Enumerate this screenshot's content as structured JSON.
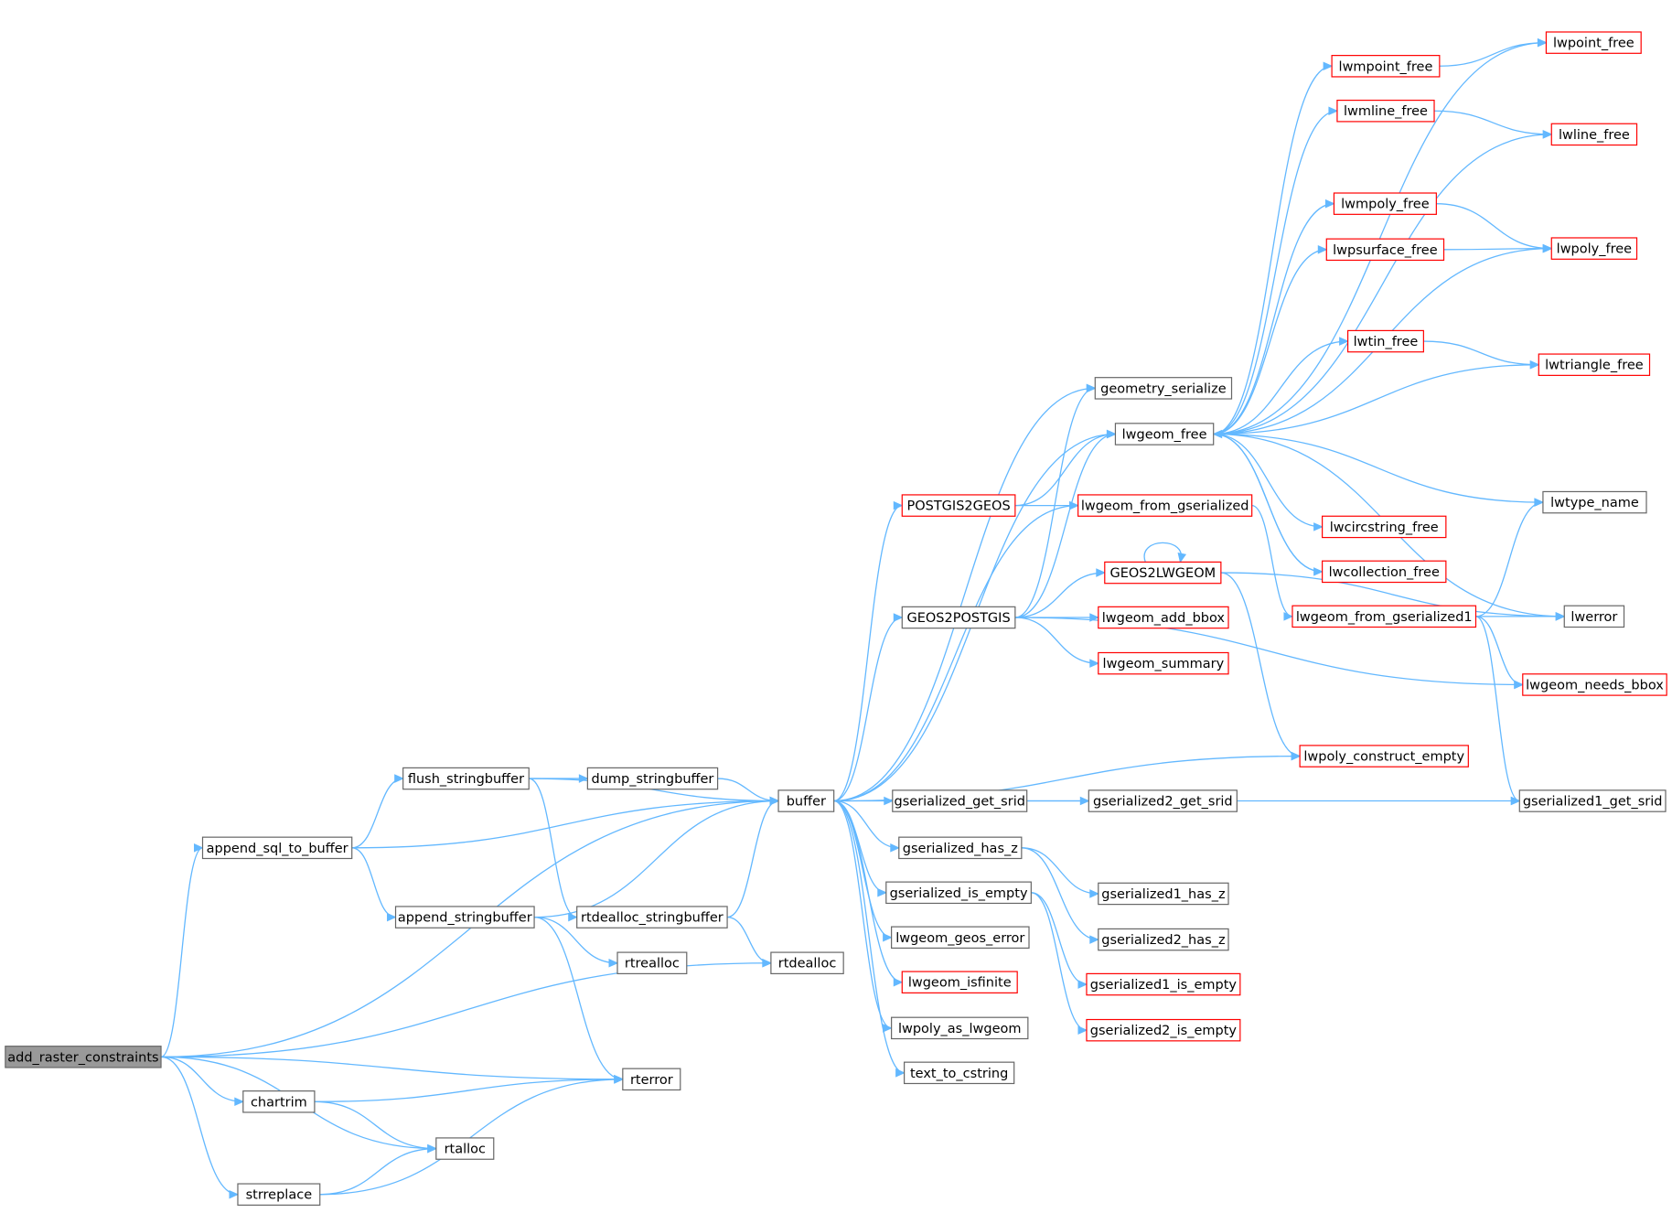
{
  "colors": {
    "edge": "#63b8ff",
    "node_border": "#666666",
    "node_border_undocumented": "#ff0000",
    "root_fill": "#999999"
  },
  "nodes": [
    {
      "id": "add_raster_constraints",
      "label": "add_raster_constraints",
      "kind": "root"
    },
    {
      "id": "append_sql_to_buffer",
      "label": "append_sql_to_buffer",
      "kind": "normal"
    },
    {
      "id": "flush_stringbuffer",
      "label": "flush_stringbuffer",
      "kind": "normal"
    },
    {
      "id": "append_stringbuffer",
      "label": "append_stringbuffer",
      "kind": "normal"
    },
    {
      "id": "dump_stringbuffer",
      "label": "dump_stringbuffer",
      "kind": "normal"
    },
    {
      "id": "rtdealloc_stringbuffer",
      "label": "rtdealloc_stringbuffer",
      "kind": "normal"
    },
    {
      "id": "rtrealloc",
      "label": "rtrealloc",
      "kind": "normal"
    },
    {
      "id": "rtdealloc",
      "label": "rtdealloc",
      "kind": "normal"
    },
    {
      "id": "rterror",
      "label": "rterror",
      "kind": "normal"
    },
    {
      "id": "chartrim",
      "label": "chartrim",
      "kind": "normal"
    },
    {
      "id": "rtalloc",
      "label": "rtalloc",
      "kind": "normal"
    },
    {
      "id": "strreplace",
      "label": "strreplace",
      "kind": "normal"
    },
    {
      "id": "buffer",
      "label": "buffer",
      "kind": "normal"
    },
    {
      "id": "geometry_serialize",
      "label": "geometry_serialize",
      "kind": "normal"
    },
    {
      "id": "lwgeom_free",
      "label": "lwgeom_free",
      "kind": "normal"
    },
    {
      "id": "POSTGIS2GEOS",
      "label": "POSTGIS2GEOS",
      "kind": "red"
    },
    {
      "id": "lwgeom_from_gserialized",
      "label": "lwgeom_from_gserialized",
      "kind": "red"
    },
    {
      "id": "GEOS2LWGEOM",
      "label": "GEOS2LWGEOM",
      "kind": "red"
    },
    {
      "id": "GEOS2POSTGIS",
      "label": "GEOS2POSTGIS",
      "kind": "normal"
    },
    {
      "id": "lwgeom_add_bbox",
      "label": "lwgeom_add_bbox",
      "kind": "red"
    },
    {
      "id": "lwgeom_summary",
      "label": "lwgeom_summary",
      "kind": "red"
    },
    {
      "id": "lwpoly_construct_empty",
      "label": "lwpoly_construct_empty",
      "kind": "red"
    },
    {
      "id": "gserialized_get_srid",
      "label": "gserialized_get_srid",
      "kind": "normal"
    },
    {
      "id": "gserialized2_get_srid",
      "label": "gserialized2_get_srid",
      "kind": "normal"
    },
    {
      "id": "gserialized_has_z",
      "label": "gserialized_has_z",
      "kind": "normal"
    },
    {
      "id": "gserialized1_has_z",
      "label": "gserialized1_has_z",
      "kind": "normal"
    },
    {
      "id": "gserialized2_has_z",
      "label": "gserialized2_has_z",
      "kind": "normal"
    },
    {
      "id": "gserialized_is_empty",
      "label": "gserialized_is_empty",
      "kind": "normal"
    },
    {
      "id": "gserialized1_is_empty",
      "label": "gserialized1_is_empty",
      "kind": "red"
    },
    {
      "id": "gserialized2_is_empty",
      "label": "gserialized2_is_empty",
      "kind": "red"
    },
    {
      "id": "lwgeom_geos_error",
      "label": "lwgeom_geos_error",
      "kind": "normal"
    },
    {
      "id": "lwgeom_isfinite",
      "label": "lwgeom_isfinite",
      "kind": "red"
    },
    {
      "id": "lwpoly_as_lwgeom",
      "label": "lwpoly_as_lwgeom",
      "kind": "normal"
    },
    {
      "id": "text_to_cstring",
      "label": "text_to_cstring",
      "kind": "normal"
    },
    {
      "id": "lwmpoint_free",
      "label": "lwmpoint_free",
      "kind": "red"
    },
    {
      "id": "lwpoint_free",
      "label": "lwpoint_free",
      "kind": "red"
    },
    {
      "id": "lwmline_free",
      "label": "lwmline_free",
      "kind": "red"
    },
    {
      "id": "lwline_free",
      "label": "lwline_free",
      "kind": "red"
    },
    {
      "id": "lwmpoly_free",
      "label": "lwmpoly_free",
      "kind": "red"
    },
    {
      "id": "lwpsurface_free",
      "label": "lwpsurface_free",
      "kind": "red"
    },
    {
      "id": "lwpoly_free",
      "label": "lwpoly_free",
      "kind": "red"
    },
    {
      "id": "lwtin_free",
      "label": "lwtin_free",
      "kind": "red"
    },
    {
      "id": "lwtriangle_free",
      "label": "lwtriangle_free",
      "kind": "red"
    },
    {
      "id": "lwtype_name",
      "label": "lwtype_name",
      "kind": "normal"
    },
    {
      "id": "lwcircstring_free",
      "label": "lwcircstring_free",
      "kind": "red"
    },
    {
      "id": "lwcollection_free",
      "label": "lwcollection_free",
      "kind": "red"
    },
    {
      "id": "lwgeom_from_gserialized1",
      "label": "lwgeom_from_gserialized1",
      "kind": "red"
    },
    {
      "id": "lwerror",
      "label": "lwerror",
      "kind": "normal"
    },
    {
      "id": "lwgeom_needs_bbox",
      "label": "lwgeom_needs_bbox",
      "kind": "red"
    },
    {
      "id": "gserialized1_get_srid",
      "label": "gserialized1_get_srid",
      "kind": "normal"
    }
  ],
  "edges": [
    [
      "add_raster_constraints",
      "buffer"
    ],
    [
      "add_raster_constraints",
      "append_sql_to_buffer"
    ],
    [
      "add_raster_constraints",
      "rtdealloc"
    ],
    [
      "add_raster_constraints",
      "rterror"
    ],
    [
      "add_raster_constraints",
      "chartrim"
    ],
    [
      "add_raster_constraints",
      "rtalloc"
    ],
    [
      "add_raster_constraints",
      "strreplace"
    ],
    [
      "append_sql_to_buffer",
      "flush_stringbuffer"
    ],
    [
      "append_sql_to_buffer",
      "buffer"
    ],
    [
      "append_sql_to_buffer",
      "append_stringbuffer"
    ],
    [
      "flush_stringbuffer",
      "buffer"
    ],
    [
      "flush_stringbuffer",
      "dump_stringbuffer"
    ],
    [
      "flush_stringbuffer",
      "rtdealloc_stringbuffer"
    ],
    [
      "dump_stringbuffer",
      "buffer"
    ],
    [
      "append_stringbuffer",
      "buffer"
    ],
    [
      "append_stringbuffer",
      "rtrealloc"
    ],
    [
      "append_stringbuffer",
      "rterror"
    ],
    [
      "rtdealloc_stringbuffer",
      "buffer"
    ],
    [
      "rtdealloc_stringbuffer",
      "rtdealloc"
    ],
    [
      "chartrim",
      "rterror"
    ],
    [
      "chartrim",
      "rtalloc"
    ],
    [
      "strreplace",
      "rtalloc"
    ],
    [
      "strreplace",
      "rterror"
    ],
    [
      "buffer",
      "geometry_serialize"
    ],
    [
      "buffer",
      "lwgeom_free"
    ],
    [
      "buffer",
      "POSTGIS2GEOS"
    ],
    [
      "buffer",
      "lwgeom_from_gserialized"
    ],
    [
      "buffer",
      "GEOS2POSTGIS"
    ],
    [
      "buffer",
      "lwpoly_construct_empty"
    ],
    [
      "buffer",
      "gserialized_get_srid"
    ],
    [
      "buffer",
      "gserialized_has_z"
    ],
    [
      "buffer",
      "gserialized_is_empty"
    ],
    [
      "buffer",
      "lwgeom_geos_error"
    ],
    [
      "buffer",
      "lwgeom_isfinite"
    ],
    [
      "buffer",
      "lwpoly_as_lwgeom"
    ],
    [
      "buffer",
      "text_to_cstring"
    ],
    [
      "POSTGIS2GEOS",
      "lwgeom_free"
    ],
    [
      "POSTGIS2GEOS",
      "lwgeom_from_gserialized"
    ],
    [
      "GEOS2POSTGIS",
      "geometry_serialize"
    ],
    [
      "GEOS2POSTGIS",
      "lwgeom_free"
    ],
    [
      "GEOS2POSTGIS",
      "GEOS2LWGEOM"
    ],
    [
      "GEOS2POSTGIS",
      "lwgeom_add_bbox"
    ],
    [
      "GEOS2POSTGIS",
      "lwgeom_summary"
    ],
    [
      "GEOS2POSTGIS",
      "lwgeom_needs_bbox"
    ],
    [
      "GEOS2LWGEOM",
      "GEOS2LWGEOM"
    ],
    [
      "GEOS2LWGEOM",
      "lwerror"
    ],
    [
      "GEOS2LWGEOM",
      "lwpoly_construct_empty"
    ],
    [
      "lwgeom_from_gserialized",
      "lwgeom_from_gserialized1"
    ],
    [
      "gserialized_get_srid",
      "gserialized2_get_srid"
    ],
    [
      "gserialized_get_srid",
      "gserialized1_get_srid"
    ],
    [
      "gserialized_has_z",
      "gserialized1_has_z"
    ],
    [
      "gserialized_has_z",
      "gserialized2_has_z"
    ],
    [
      "gserialized_is_empty",
      "gserialized1_is_empty"
    ],
    [
      "gserialized_is_empty",
      "gserialized2_is_empty"
    ],
    [
      "lwgeom_free",
      "lwmpoint_free"
    ],
    [
      "lwgeom_free",
      "lwpoint_free"
    ],
    [
      "lwgeom_free",
      "lwmline_free"
    ],
    [
      "lwgeom_free",
      "lwline_free"
    ],
    [
      "lwgeom_free",
      "lwmpoly_free"
    ],
    [
      "lwgeom_free",
      "lwpsurface_free"
    ],
    [
      "lwgeom_free",
      "lwpoly_free"
    ],
    [
      "lwgeom_free",
      "lwtin_free"
    ],
    [
      "lwgeom_free",
      "lwtriangle_free"
    ],
    [
      "lwgeom_free",
      "lwtype_name"
    ],
    [
      "lwgeom_free",
      "lwcircstring_free"
    ],
    [
      "lwgeom_free",
      "lwcollection_free"
    ],
    [
      "lwgeom_free",
      "lwerror"
    ],
    [
      "lwmpoint_free",
      "lwpoint_free"
    ],
    [
      "lwmline_free",
      "lwline_free"
    ],
    [
      "lwmpoly_free",
      "lwpoly_free"
    ],
    [
      "lwpsurface_free",
      "lwpoly_free"
    ],
    [
      "lwtin_free",
      "lwtriangle_free"
    ],
    [
      "lwcollection_free",
      "lwgeom_free"
    ],
    [
      "lwgeom_from_gserialized1",
      "lwtype_name"
    ],
    [
      "lwgeom_from_gserialized1",
      "lwerror"
    ],
    [
      "lwgeom_from_gserialized1",
      "lwgeom_needs_bbox"
    ],
    [
      "lwgeom_from_gserialized1",
      "gserialized1_get_srid"
    ]
  ]
}
